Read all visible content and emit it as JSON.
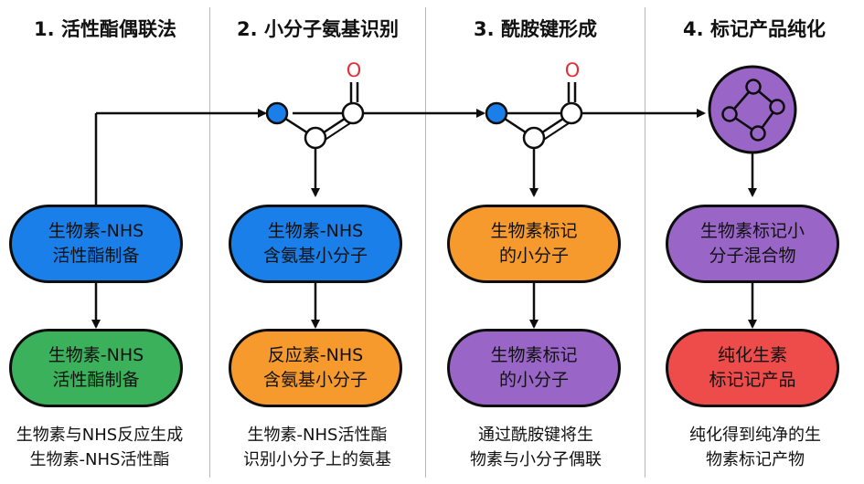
{
  "colors": {
    "blue": "#1a7fe8",
    "green": "#3ab15a",
    "orange": "#f79a2e",
    "purple": "#9966c8",
    "red": "#ee4b4b",
    "line": "#0d0d0d",
    "oxygen": "#e0303a",
    "separator": "#b8b8b8"
  },
  "columns": [
    {
      "title": "1. 活性酯偶联法",
      "top_box": {
        "lines": [
          "生物素-NHS",
          "活性酯制备"
        ],
        "color": "blue"
      },
      "bottom_box": {
        "lines": [
          "生物素-NHS",
          "活性酯制备"
        ],
        "color": "green"
      },
      "description": [
        "生物素与NHS反应生成",
        "生物素-NHS活性酯"
      ]
    },
    {
      "title": "2. 小分子氨基识别",
      "top_box": {
        "lines": [
          "生物素-NHS",
          "含氨基小分子"
        ],
        "color": "blue"
      },
      "bottom_box": {
        "lines": [
          "反应素-NHS",
          "含氨基小分子"
        ],
        "color": "orange"
      },
      "description": [
        "生物素-NHS活性酯",
        "识别小分子上的氨基"
      ],
      "molecule": {
        "oxygen_label": "O"
      }
    },
    {
      "title": "3. 酰胺键形成",
      "top_box": {
        "lines": [
          "生物素标记",
          "的小分子"
        ],
        "color": "orange"
      },
      "bottom_box": {
        "lines": [
          "生物素标记",
          "的小分子"
        ],
        "color": "purple"
      },
      "description": [
        "通过酰胺键将生",
        "物素与小分子偶联"
      ],
      "molecule": {
        "oxygen_label": "O"
      }
    },
    {
      "title": "4. 标记产品纯化",
      "top_box": {
        "lines": [
          "生物素标记小",
          "分子混合物"
        ],
        "color": "purple"
      },
      "bottom_box": {
        "lines": [
          "纯化生素",
          "标记记产品"
        ],
        "color": "red"
      },
      "description": [
        "纯化得到纯净的生",
        "物素标记产物"
      ],
      "icon": "graph-molecule-icon"
    }
  ]
}
